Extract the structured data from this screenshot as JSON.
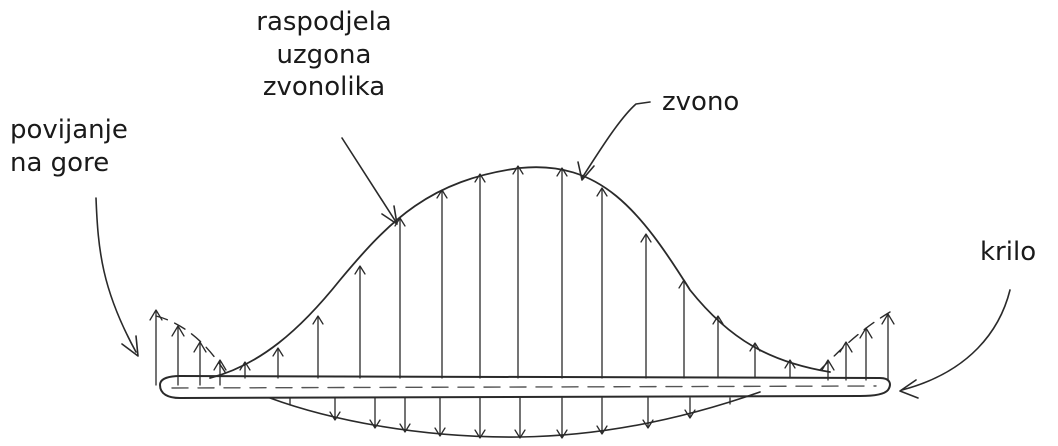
{
  "labels": {
    "lift_distribution": [
      "raspodjela",
      "uzgona",
      "zvonolika"
    ],
    "bell": "zvono",
    "upwash": [
      "povijanje",
      "na gore"
    ],
    "wing": "krilo"
  }
}
